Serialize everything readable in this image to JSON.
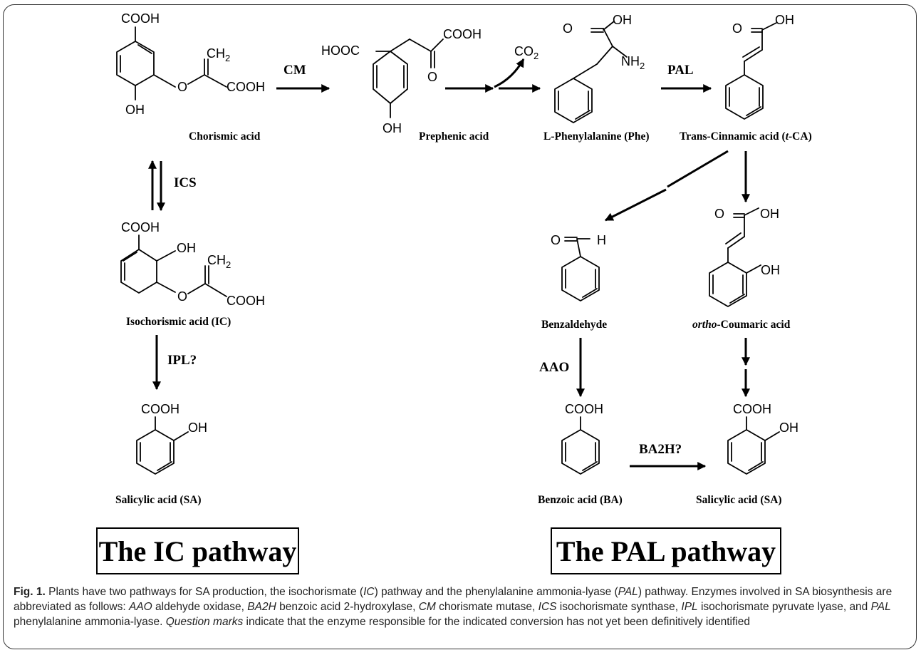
{
  "labels": {
    "chorismic": "Chorismic acid",
    "prephenic": "Prephenic acid",
    "phe": "L-Phenylalanine (Phe)",
    "tca_pre": "Trans-Cinnamic acid (",
    "tca_it": "t",
    "tca_post": "-CA)",
    "isochorismic": "Isochorismic acid (IC)",
    "sa_left": "Salicylic acid (SA)",
    "benzaldehyde": "Benzaldehyde",
    "ortho_it": "ortho",
    "ortho_rest": "-Coumaric acid",
    "ba": "Benzoic acid (BA)",
    "sa_right": "Salicylic acid (SA)"
  },
  "enzymes": {
    "cm": "CM",
    "pal": "PAL",
    "ics": "ICS",
    "ipl": "IPL?",
    "aao": "AAO",
    "ba2h": "BA2H?"
  },
  "groups": {
    "cooh": "COOH",
    "hooc": "HOOC",
    "oh": "OH",
    "o": "O",
    "ch2": "CH",
    "nh2": "NH",
    "co2": "CO",
    "h": "H",
    "sub2": "2"
  },
  "pathways": {
    "ic": "The IC pathway",
    "pal": "The PAL pathway"
  },
  "caption": {
    "lead": "Fig. 1.",
    "s1": " Plants have two pathways for SA production, the isochorismate (",
    "ic": "IC",
    "s2": ") pathway and the phenylalanine ammonia-lyase (",
    "pal": "PAL",
    "s3": ") pathway. Enzymes involved in SA biosynthesis are abbreviated as follows: ",
    "aao": "AAO",
    "s4": " aldehyde oxidase, ",
    "ba2h": "BA2H",
    "s5": " benzoic acid 2-hydroxylase, ",
    "cm": "CM",
    "s6": " chorismate mutase, ",
    "ics": "ICS",
    "s7": " isochorismate synthase, ",
    "ipl": "IPL",
    "s8": " isochorismate pyruvate lyase, and ",
    "pal2": "PAL",
    "s9": " phenylalanine ammonia-lyase. ",
    "qm": "Question marks",
    "s10": " indicate that the enzyme responsible for the indicated conversion has not yet been definitively identified"
  }
}
